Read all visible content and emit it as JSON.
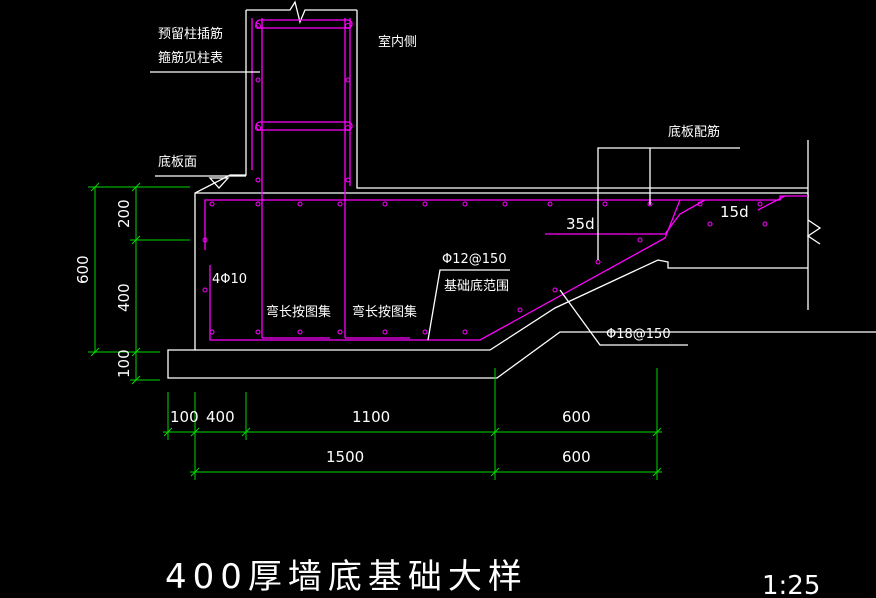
{
  "title": "400厚墙底基础大样",
  "scale": "1:25",
  "notes": {
    "reserved_bars_line1": "预留柱插筋",
    "reserved_bars_line2": "箍筋见柱表",
    "indoor_side": "室内侧",
    "slab_face": "底板面",
    "slab_reinforcement": "底板配筋",
    "anchor_35d": "35d",
    "anchor_15d": "15d",
    "bottom_bars": "4Φ10",
    "bent_length_1": "弯长按图集",
    "bent_length_2": "弯长按图集",
    "stirrup_spec": "Φ12@150",
    "foundation_range": "基础底范围",
    "diag_bar_spec": "Φ18@150"
  },
  "dimensions": {
    "vertical_total": "600",
    "vertical_upper": "200",
    "vertical_middle": "400",
    "vertical_lower": "100",
    "horiz_row1": [
      "100",
      "400",
      "1100",
      "600"
    ],
    "horiz_row2": [
      "1500",
      "600"
    ]
  },
  "colors": {
    "background": "#000000",
    "outline": "#ffffff",
    "dimension": "#00d800",
    "rebar": "#ff00ff"
  }
}
